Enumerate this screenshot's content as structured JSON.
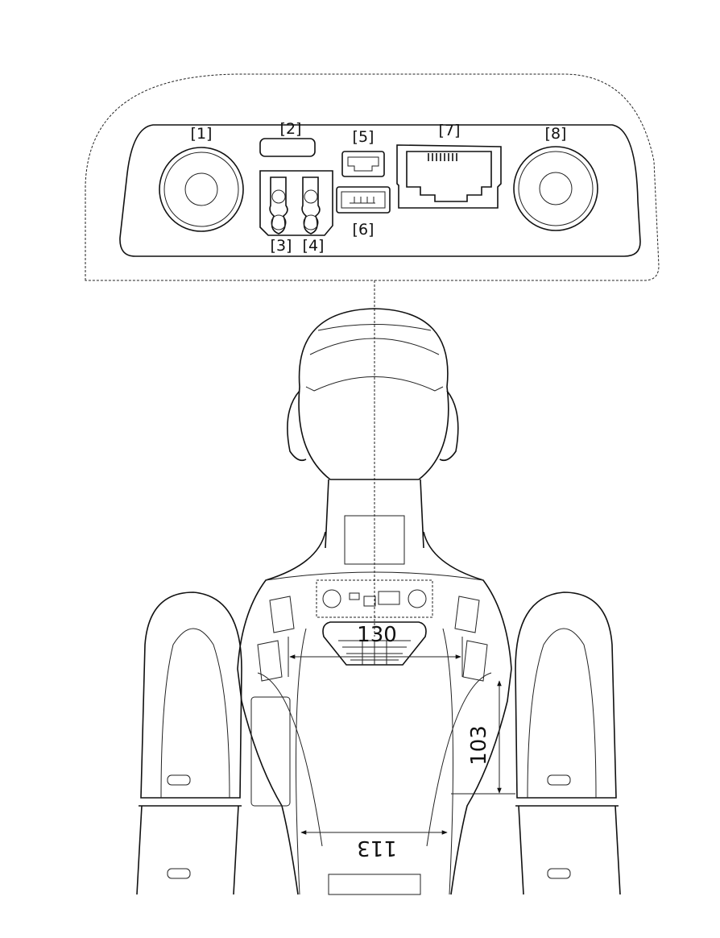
{
  "port_labels": {
    "p1": "[1]",
    "p2": "[2]",
    "p3": "[3]",
    "p4": "[4]",
    "p5": "[5]",
    "p6": "[6]",
    "p7": "[7]",
    "p8": "[8]"
  },
  "dimensions": {
    "shoulder_width": "130",
    "torso_height": "103",
    "waist_width": "113"
  },
  "colors": {
    "line": "#111111",
    "background": "#ffffff"
  }
}
